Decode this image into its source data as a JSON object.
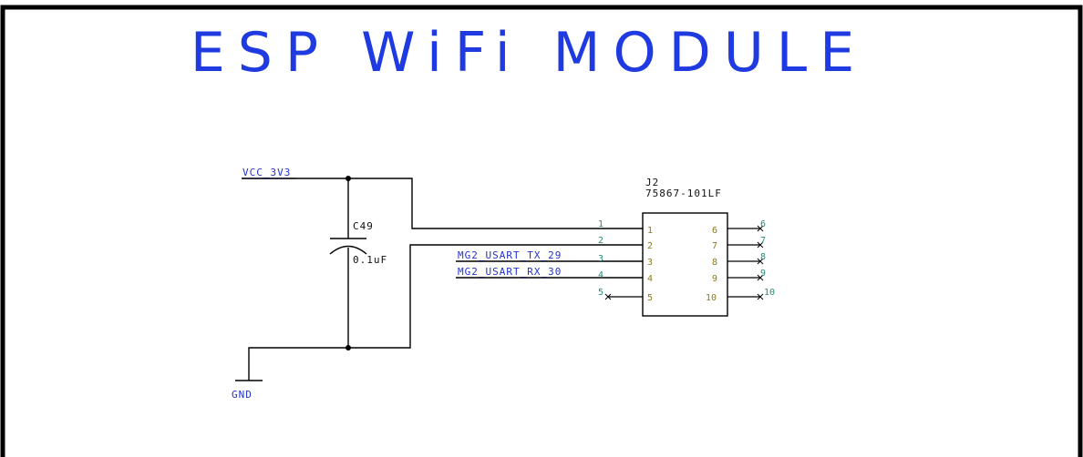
{
  "title": "ESP WiFi MODULE",
  "nets": {
    "vcc": "VCC_3V3",
    "gnd": "GND",
    "tx": "MG2_USART_TX_29",
    "rx": "MG2_USART_RX_30"
  },
  "capacitor": {
    "ref": "C49",
    "value": "0.1uF"
  },
  "connector": {
    "ref": "J2",
    "part": "75867-101LF",
    "left_pins": [
      {
        "outer": "1",
        "inner": "1"
      },
      {
        "outer": "2",
        "inner": "2"
      },
      {
        "outer": "3",
        "inner": "3"
      },
      {
        "outer": "4",
        "inner": "4"
      },
      {
        "outer": "5",
        "inner": "5"
      }
    ],
    "right_pins": [
      {
        "inner": "6",
        "outer": "6"
      },
      {
        "inner": "7",
        "outer": "7"
      },
      {
        "inner": "8",
        "outer": "8"
      },
      {
        "inner": "9",
        "outer": "9"
      },
      {
        "inner": "10",
        "outer": "10"
      }
    ]
  },
  "colors": {
    "title": "#1e3ae0",
    "net_label": "#2233cc",
    "pin_number": "#2a8a7a",
    "pin_name": "#8a7a1a",
    "wire": "#000000"
  }
}
